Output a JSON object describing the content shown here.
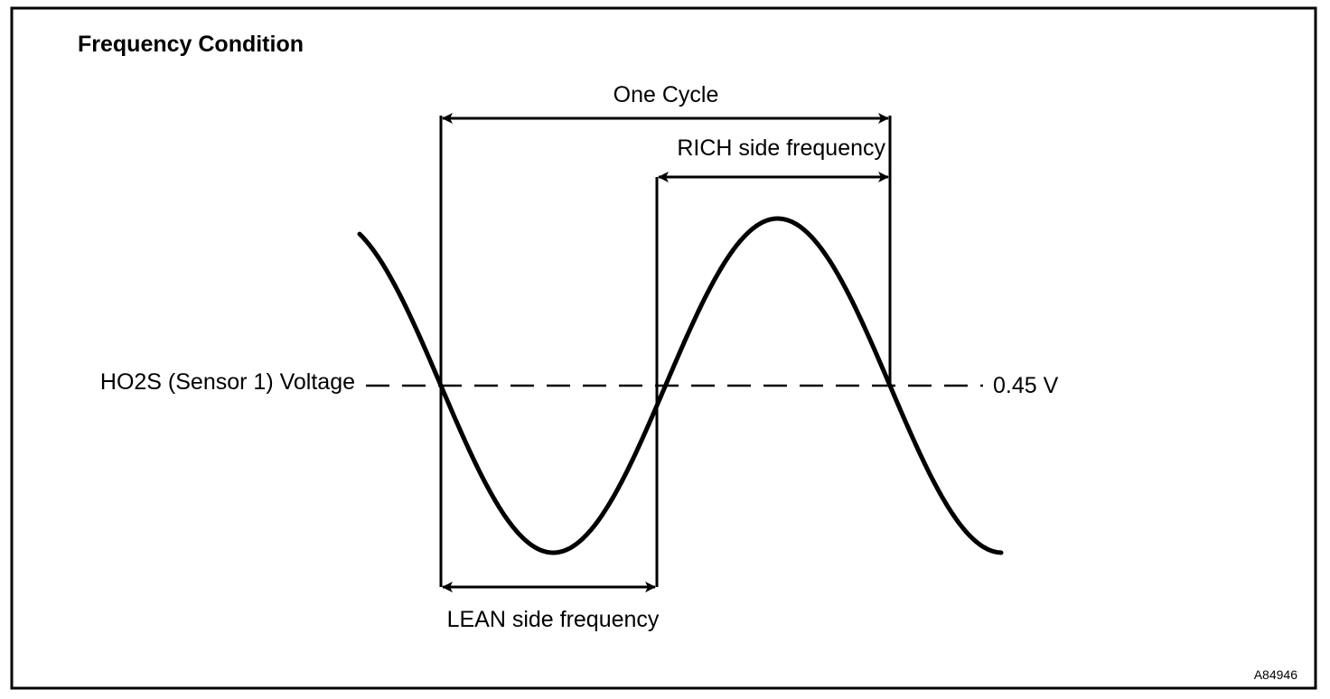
{
  "diagram": {
    "title": "Frequency Condition",
    "one_cycle_label": "One Cycle",
    "rich_label": "RICH side frequency",
    "lean_label": "LEAN side frequency",
    "voltage_label": "HO2S (Sensor 1) Voltage",
    "threshold_label": "0.45 V",
    "figure_id": "A84946",
    "colors": {
      "line": "#000000",
      "background": "#ffffff"
    }
  }
}
